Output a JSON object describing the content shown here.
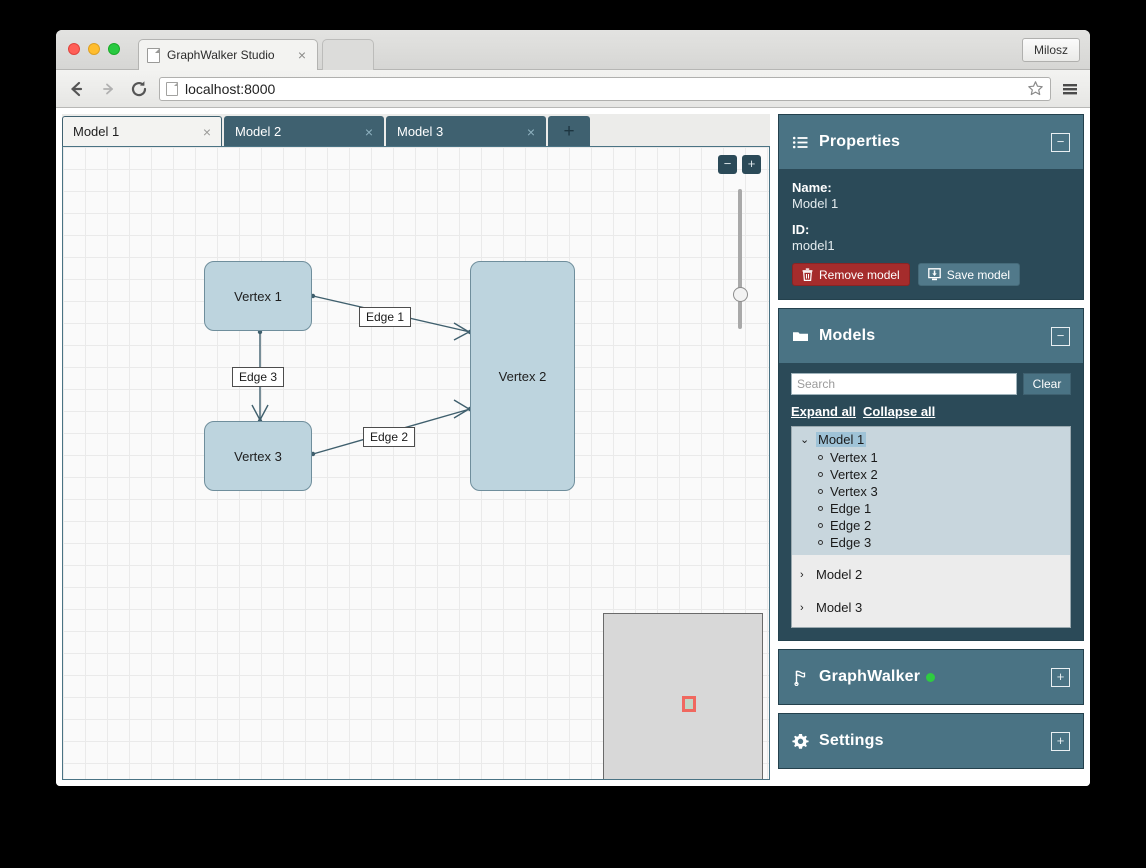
{
  "browser": {
    "tab_title": "GraphWalker Studio",
    "tab_close": "×",
    "url": "localhost:8000",
    "profile_label": "Milosz",
    "back_icon": "back-arrow-icon",
    "forward_icon": "forward-arrow-icon",
    "reload_icon": "reload-icon",
    "star_icon": "bookmark-star-icon",
    "menu_icon": "hamburger-menu-icon"
  },
  "editor": {
    "tabs": [
      {
        "label": "Model 1",
        "active": true,
        "close": "×"
      },
      {
        "label": "Model 2",
        "active": false,
        "close": "×"
      },
      {
        "label": "Model 3",
        "active": false,
        "close": "×"
      }
    ],
    "add_tab_label": "+",
    "zoom_out_label": "−",
    "zoom_in_label": "+"
  },
  "graph": {
    "vertices": [
      {
        "id": "v1",
        "label": "Vertex 1"
      },
      {
        "id": "v2",
        "label": "Vertex 2"
      },
      {
        "id": "v3",
        "label": "Vertex 3"
      }
    ],
    "edges": [
      {
        "id": "e1",
        "label": "Edge 1",
        "from": "Vertex 1",
        "to": "Vertex 2"
      },
      {
        "id": "e2",
        "label": "Edge 2",
        "from": "Vertex 3",
        "to": "Vertex 2"
      },
      {
        "id": "e3",
        "label": "Edge 3",
        "from": "Vertex 1",
        "to": "Vertex 3"
      }
    ]
  },
  "properties": {
    "title": "Properties",
    "icon": "list-icon",
    "toggle": "−",
    "name_key": "Name:",
    "name_value": "Model 1",
    "id_key": "ID:",
    "id_value": "model1",
    "remove_label": "Remove model",
    "save_label": "Save model"
  },
  "models": {
    "title": "Models",
    "icon": "folder-icon",
    "toggle": "−",
    "search_placeholder": "Search",
    "search_value": "",
    "clear_label": "Clear",
    "expand_all_label": "Expand all",
    "collapse_all_label": "Collapse all",
    "tree": [
      {
        "label": "Model 1",
        "expanded": true,
        "caret": "⌄",
        "selected": true,
        "children": [
          "Vertex 1",
          "Vertex 2",
          "Vertex 3",
          "Edge 1",
          "Edge 2",
          "Edge 3"
        ]
      },
      {
        "label": "Model 2",
        "expanded": false,
        "caret": "›",
        "children": []
      },
      {
        "label": "Model 3",
        "expanded": false,
        "caret": "›",
        "children": []
      }
    ]
  },
  "graphwalker": {
    "title": "GraphWalker",
    "icon": "flag-icon",
    "status_color": "#2ecc40",
    "toggle": "+"
  },
  "settings": {
    "title": "Settings",
    "icon": "gear-icon",
    "toggle": "+"
  },
  "colors": {
    "panel_header": "#4a7384",
    "panel_body": "#2b4a58",
    "vertex_fill": "#bdd4de",
    "danger": "#a52c2c",
    "status_green": "#2ecc40"
  }
}
